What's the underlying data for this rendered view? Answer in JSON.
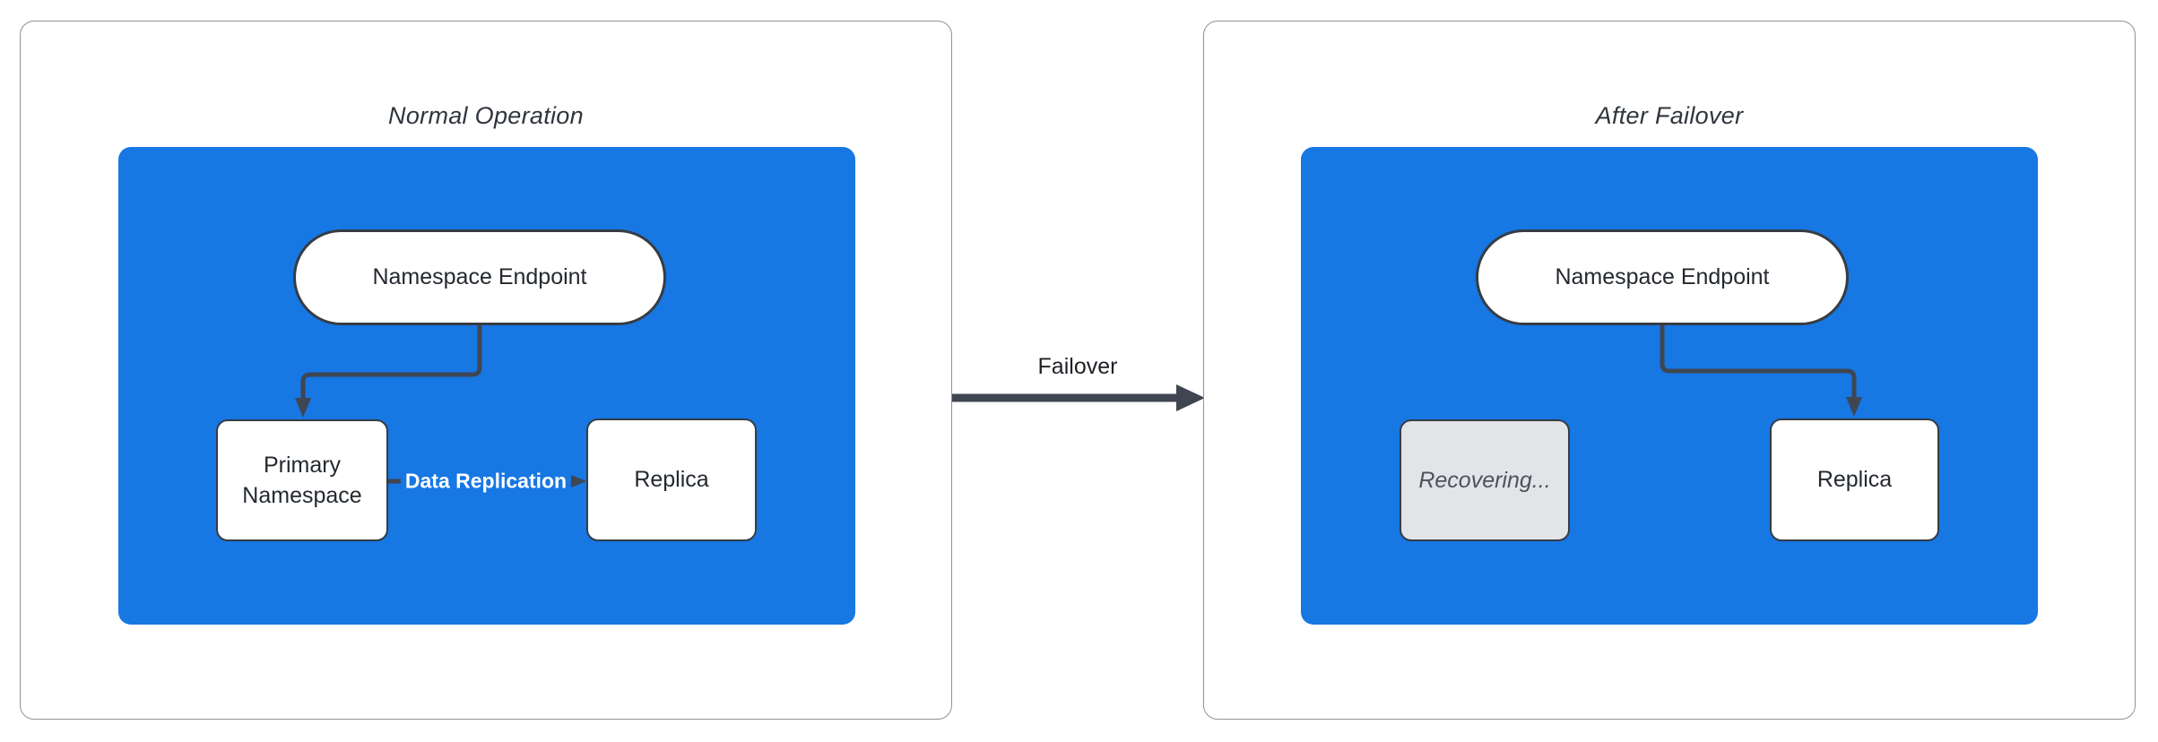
{
  "colors": {
    "canvas-bg": "#ffffff",
    "panel-border": "#8d9199",
    "blue-fill": "#1777e3",
    "stroke-dark": "#3f4651",
    "node-border": "#363c45",
    "node-text": "#24292f",
    "title-text": "#2f353c",
    "recovering-fill": "#e3e4e8",
    "recovering-text": "#4d525b",
    "edge-label-text": "#ffffff"
  },
  "panels": [
    {
      "title": "Normal Operation",
      "endpoint": "Namespace Endpoint",
      "left_node": "Primary Namespace",
      "right_node": "Replica",
      "edge_label": "Data Replication"
    },
    {
      "title": "After Failover",
      "endpoint": "Namespace Endpoint",
      "left_node": "Recovering...",
      "right_node": "Replica"
    }
  ],
  "failover": {
    "label": "Failover"
  }
}
